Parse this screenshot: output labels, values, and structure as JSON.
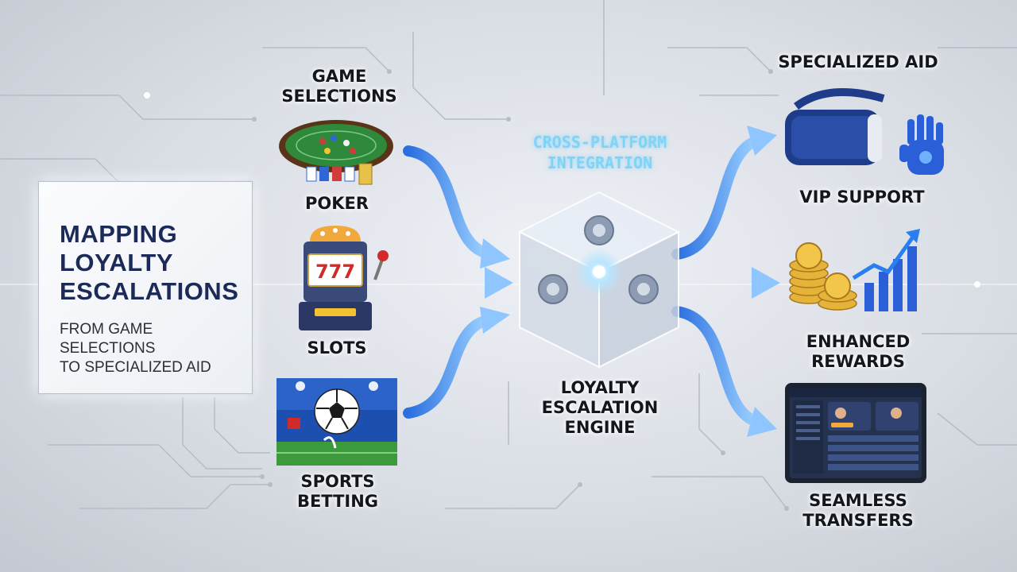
{
  "title": {
    "line1": "Mapping",
    "line2": "Loyalty",
    "line3": "Escalations",
    "subtitle_line1": "From game selections",
    "subtitle_line2": "to specialized aid"
  },
  "inputs": {
    "heading_line1": "Game",
    "heading_line2": "Selections",
    "poker": "Poker",
    "slots": "Slots",
    "sports_line1": "Sports",
    "sports_line2": "Betting"
  },
  "center": {
    "integration_line1": "Cross-Platform",
    "integration_line2": "Integration",
    "engine_line1": "Loyalty",
    "engine_line2": "Escalation",
    "engine_line3": "Engine",
    "slot_digits": "777"
  },
  "outputs": {
    "heading": "Specialized Aid",
    "vip": "VIP Support",
    "rewards_line1": "Enhanced",
    "rewards_line2": "Rewards",
    "transfers_line1": "Seamless",
    "transfers_line2": "Transfers"
  },
  "colors": {
    "arrow": "#3d86f0",
    "arrow_light": "#8fc6ff",
    "title_text": "#1b2a57",
    "glow": "#7fd3f5"
  }
}
